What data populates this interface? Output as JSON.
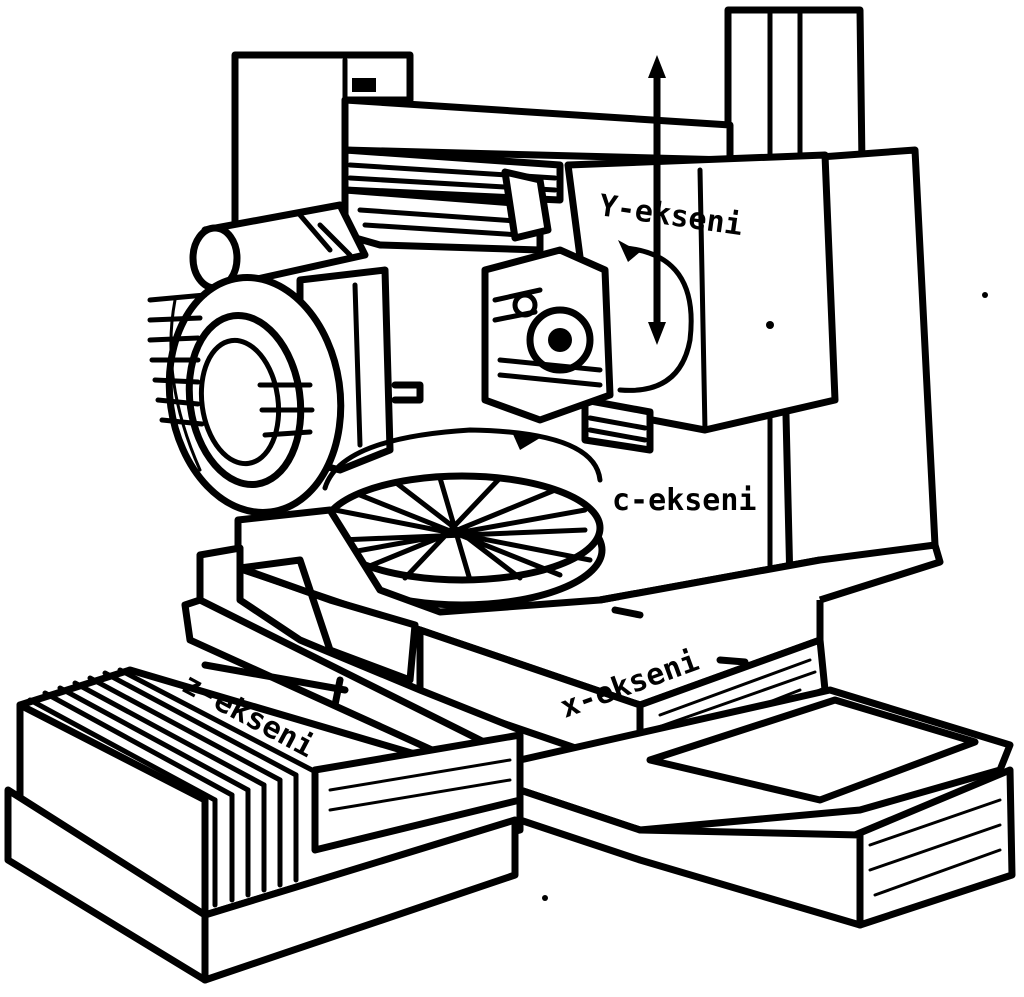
{
  "diagram": {
    "labels": {
      "y_axis": "Y-ekseni",
      "c_axis": "c-ekseni",
      "x_axis": "x-ekseni",
      "z_axis": "z-ekseni"
    }
  }
}
